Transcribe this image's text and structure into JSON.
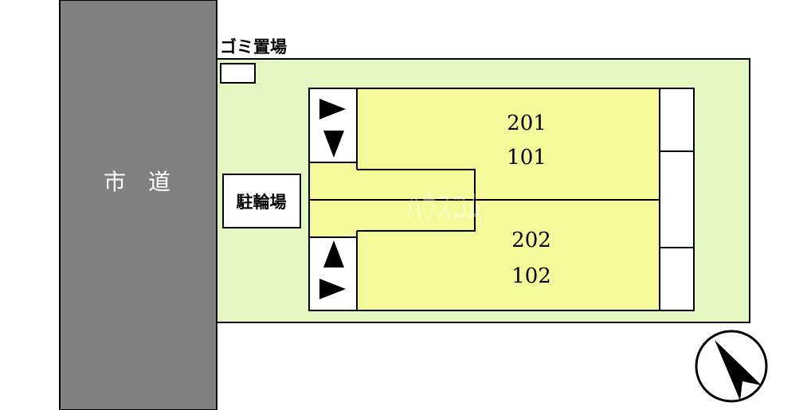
{
  "road": {
    "label": "市　道"
  },
  "garbage": {
    "label": "ゴミ置場"
  },
  "bicycle": {
    "label": "駐輪場"
  },
  "units": {
    "upper_floor2": "201",
    "upper_floor1": "101",
    "lower_floor2": "202",
    "lower_floor1": "102"
  },
  "watermark": {
    "text": "ハウスコム"
  },
  "icons": {
    "compass": "north-compass-icon",
    "arrow_right": "arrow-right-icon",
    "arrow_down": "arrow-down-icon",
    "arrow_up": "arrow-up-icon"
  },
  "colors": {
    "road": "#808080",
    "lot": "#e5f8c2",
    "building": "#f6f99a",
    "outline": "#000000"
  }
}
